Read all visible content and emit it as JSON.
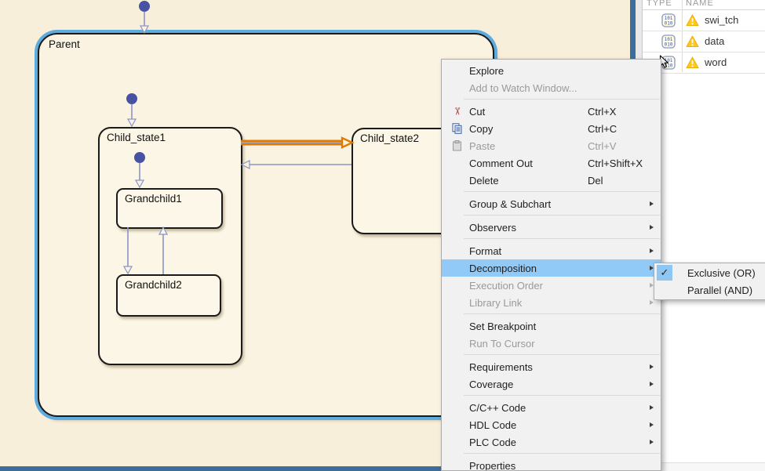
{
  "chart": {
    "states": {
      "parent": "Parent",
      "child1": "Child_state1",
      "child2": "Child_state2",
      "grandchild1": "Grandchild1",
      "grandchild2": "Grandchild2"
    },
    "colors": {
      "canvas_bg": "#F8EFDA",
      "state_fill": "#FBF4E3",
      "state_border": "#1A1A1A",
      "selection_highlight": "#5EABDE",
      "transition": "#8A94C8",
      "transition_selected": "#DE7B00",
      "default_transition_node": "#4752A3"
    }
  },
  "context_menu": {
    "highlight_color": "#91C9F7",
    "items": [
      {
        "label": "Explore"
      },
      {
        "label": "Add to Watch Window...",
        "disabled": true
      },
      {
        "label": "Cut",
        "shortcut": "Ctrl+X"
      },
      {
        "label": "Copy",
        "shortcut": "Ctrl+C"
      },
      {
        "label": "Paste",
        "shortcut": "Ctrl+V",
        "disabled": true
      },
      {
        "label": "Comment Out",
        "shortcut": "Ctrl+Shift+X"
      },
      {
        "label": "Delete",
        "shortcut": "Del"
      },
      {
        "label": "Group & Subchart",
        "submenu": true
      },
      {
        "label": "Observers",
        "submenu": true
      },
      {
        "label": "Format",
        "submenu": true
      },
      {
        "label": "Decomposition",
        "submenu": true,
        "highlighted": true
      },
      {
        "label": "Execution Order",
        "submenu": true,
        "disabled": true
      },
      {
        "label": "Library Link",
        "submenu": true,
        "disabled": true
      },
      {
        "label": "Set Breakpoint"
      },
      {
        "label": "Run To Cursor",
        "disabled": true
      },
      {
        "label": "Requirements",
        "submenu": true
      },
      {
        "label": "Coverage",
        "submenu": true
      },
      {
        "label": "C/C++ Code",
        "submenu": true
      },
      {
        "label": "HDL Code",
        "submenu": true
      },
      {
        "label": "PLC Code",
        "submenu": true
      },
      {
        "label": "Properties"
      }
    ]
  },
  "decomposition_submenu": {
    "items": [
      {
        "label": "Exclusive (OR)",
        "checked": true
      },
      {
        "label": "Parallel (AND)",
        "checked": false
      }
    ]
  },
  "data_panel": {
    "columns": [
      "TYPE",
      "NAME"
    ],
    "rows": [
      {
        "name": "swi_tch"
      },
      {
        "name": "data"
      },
      {
        "name": "word"
      }
    ],
    "warning_color": "#FFC81E"
  },
  "icons": {
    "cut": "✂",
    "checkmark": "✓"
  }
}
